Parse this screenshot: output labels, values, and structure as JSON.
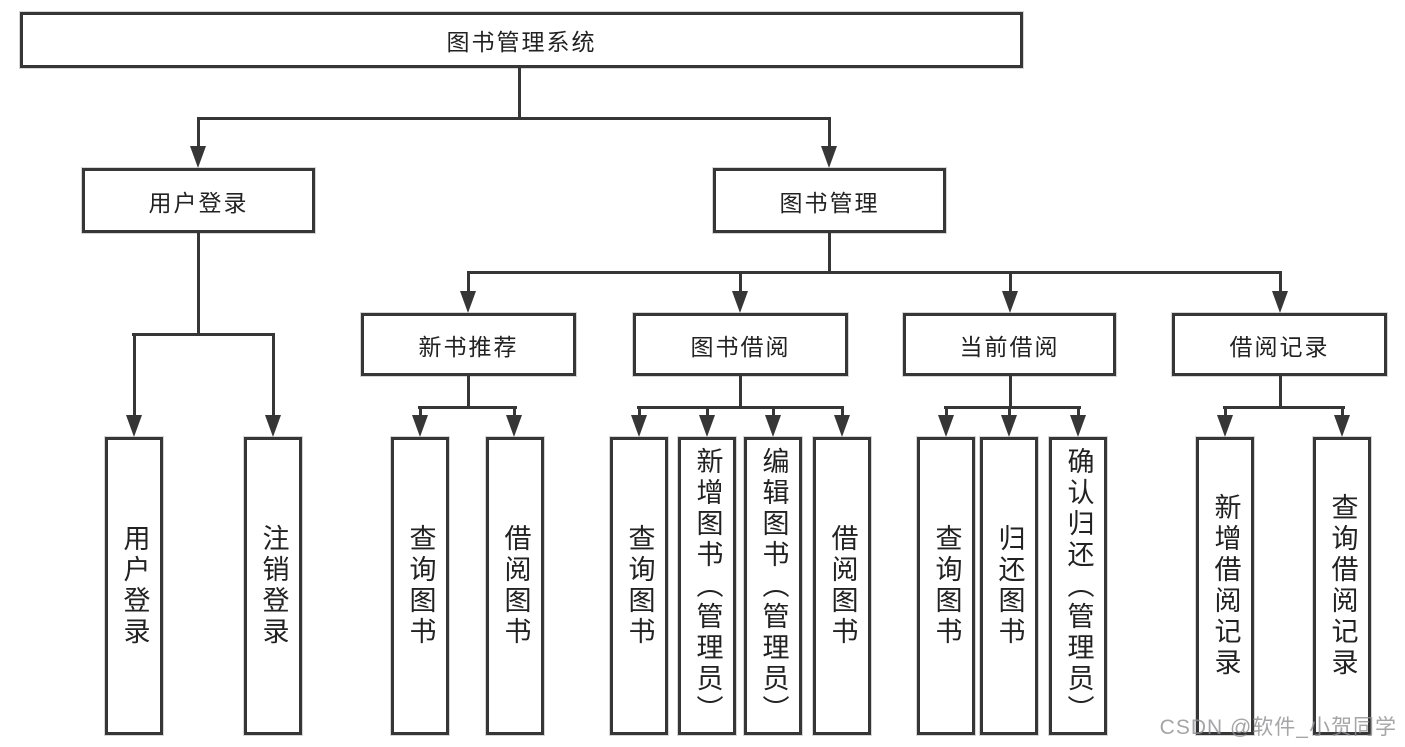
{
  "tree": {
    "label": "图书管理系统",
    "children": [
      {
        "label": "用户登录",
        "children": [
          {
            "label": "用户登录"
          },
          {
            "label": "注销登录"
          }
        ]
      },
      {
        "label": "图书管理",
        "children": [
          {
            "label": "新书推荐",
            "children": [
              {
                "label": "查询图书"
              },
              {
                "label": "借阅图书"
              }
            ]
          },
          {
            "label": "图书借阅",
            "children": [
              {
                "label": "查询图书"
              },
              {
                "label": "新增图书（管理员）"
              },
              {
                "label": "编辑图书（管理员）"
              },
              {
                "label": "借阅图书"
              }
            ]
          },
          {
            "label": "当前借阅",
            "children": [
              {
                "label": "查询图书"
              },
              {
                "label": "归还图书"
              },
              {
                "label": "确认归还（管理员）"
              }
            ]
          },
          {
            "label": "借阅记录",
            "children": [
              {
                "label": "新增借阅记录"
              },
              {
                "label": "查询借阅记录"
              }
            ]
          }
        ]
      }
    ]
  },
  "watermark": {
    "text": "CSDN @软件_小贺同学"
  },
  "colors": {
    "line": "#363636",
    "text": "#222222",
    "background": "#ffffff",
    "watermark": "#919194"
  }
}
